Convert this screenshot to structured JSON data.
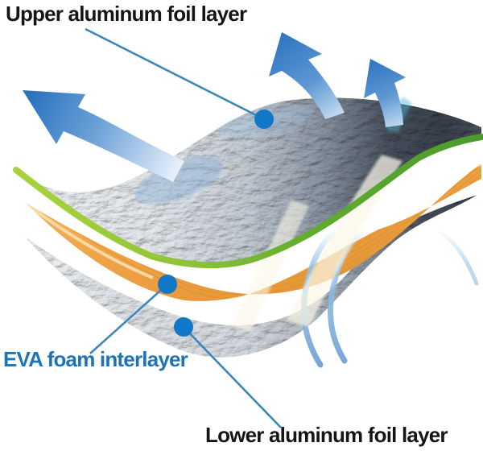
{
  "figure": {
    "title_context": "cross-section diagram of aluminum foil EVA foam mat",
    "background": "#ffffff",
    "labels": {
      "upper_layer": "Upper aluminum foil layer",
      "middle_layer": "EVA foam interlayer",
      "lower_layer": "Lower aluminum foil layer"
    },
    "label_colors": {
      "upper_layer": "#151515",
      "middle_layer": "#1B74B8",
      "lower_layer": "#151515"
    },
    "layers": [
      {
        "name": "upper-aluminum-foil",
        "surface": "crinkled silver foil",
        "edge_color": "#8FC437"
      },
      {
        "name": "eva-foam-interlayer",
        "surface": "corrugated foam",
        "color": "#EFA245"
      },
      {
        "name": "lower-aluminum-foil",
        "surface": "crinkled silver foil"
      }
    ],
    "callouts": [
      {
        "target": "upper-aluminum-foil",
        "dot_color": "#1377C7",
        "line_color": "#3B87BA"
      },
      {
        "target": "eva-foam-interlayer",
        "dot_color": "#1377C7",
        "line_color": "#3B87BA"
      },
      {
        "target": "lower-aluminum-foil",
        "dot_color": "#1377C7",
        "line_color": "#3B87BA"
      }
    ],
    "arrows": {
      "up_arrow_count": 3,
      "flow_curve_count": 2,
      "color_dark": "#2B74C0",
      "color_light": "#D9E9F8"
    }
  }
}
